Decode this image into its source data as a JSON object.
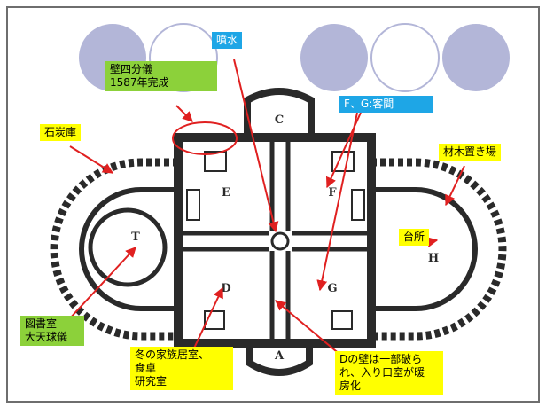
{
  "colors": {
    "background": "#ffffff",
    "deco_circle": "#b3b6d8",
    "label_yellow": "#ffff00",
    "label_green": "#8cd13a",
    "label_blue": "#1ea6e6",
    "pointer": "#e02020",
    "plan_ink": "#2a2a2a"
  },
  "labels": {
    "mural_quadrant": "壁四分儀\n1587年完成",
    "fountain": "噴水",
    "guest_rooms": "F、G:客間",
    "coal_storage": "石炭庫",
    "lumber_storage": "材木置き場",
    "kitchen": "台所",
    "library": "図書室\n大天球儀",
    "family_room": "冬の家族居室、\n食卓\n研究室",
    "wall_note": "Dの壁は一部破ら\nれ、入り口室が暖\n房化"
  },
  "plan_letters": {
    "north": "C",
    "south": "A",
    "west_room": "T",
    "east_room": "H",
    "nw_room": "E",
    "ne_room": "F",
    "sw_room": "D",
    "se_room": "G"
  }
}
